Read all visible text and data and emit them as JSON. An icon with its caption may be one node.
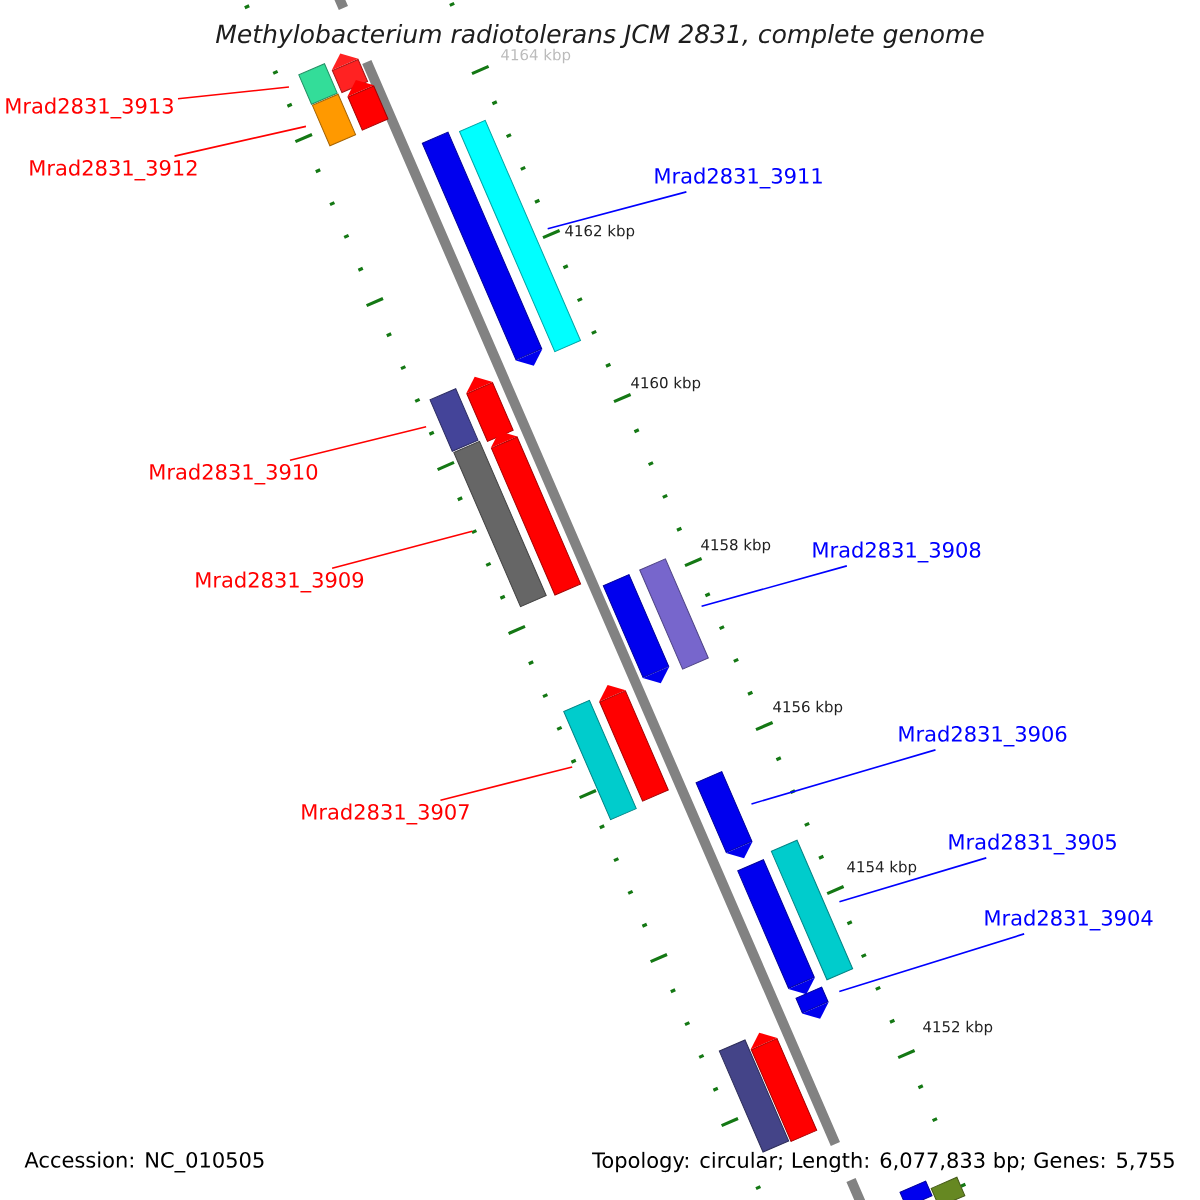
{
  "diagram": {
    "title": "Methylobacterium radiotolerans JCM 2831, complete genome",
    "nodes": [
      {
        "text": [],
        "shape": "arrow"
      },
      {
        "text": [],
        "shape": "arrow"
      },
      {
        "text": [],
        "shape": "arrow"
      },
      {
        "text": [],
        "shape": "arrow"
      },
      {
        "text": [],
        "shape": "arrow"
      },
      {
        "text": [],
        "shape": "arrow"
      },
      {
        "text": [],
        "shape": "arrow"
      },
      {
        "text": [],
        "shape": "arrow"
      },
      {
        "text": [],
        "shape": "arrow"
      },
      {
        "text": [],
        "shape": "arrow"
      },
      {
        "text": [],
        "shape": "arrow"
      },
      {
        "text": [],
        "shape": "arrow"
      },
      {
        "text": [],
        "shape": "arrow"
      },
      {
        "text": [],
        "shape": "arrow"
      },
      {
        "text": [],
        "shape": "arrow"
      },
      {
        "text": [],
        "shape": "arrow"
      },
      {
        "text": [],
        "shape": "arrow"
      },
      {
        "text": [],
        "shape": "arrow"
      },
      {
        "text": [],
        "shape": "arrow"
      },
      {
        "text": [],
        "shape": "arrow"
      },
      {
        "text": [],
        "shape": "arrow"
      },
      {
        "text": [],
        "shape": "arrow"
      },
      {
        "text": [
          "Mrad2831_3913"
        ]
      },
      {
        "text": [
          "Mrad2831_3912"
        ]
      },
      {
        "text": [
          "Mrad2831_3911"
        ]
      },
      {
        "text": [
          "Mrad2831_3910"
        ]
      },
      {
        "text": [
          "Mrad2831_3908"
        ]
      },
      {
        "text": [
          "Mrad2831_3909"
        ]
      },
      {
        "text": [
          "Mrad2831_3906"
        ]
      },
      {
        "text": [
          "Mrad2831_3907"
        ]
      },
      {
        "text": [
          "Mrad2831_3905"
        ]
      },
      {
        "text": [
          "Mrad2831_3904"
        ]
      }
    ],
    "edges": [
      {
        "from": 22,
        "to": 0,
        "arrow": "none",
        "color": "#ff0000"
      },
      {
        "from": 23,
        "to": 2,
        "arrow": "none",
        "color": "#ff0000"
      },
      {
        "from": 24,
        "to": 5,
        "arrow": "none",
        "color": "#0000ff"
      },
      {
        "from": 25,
        "to": 6,
        "arrow": "none",
        "color": "#ff0000"
      },
      {
        "from": 26,
        "to": 11,
        "arrow": "none",
        "color": "#0000ff"
      },
      {
        "from": 27,
        "to": 8,
        "arrow": "none",
        "color": "#ff0000"
      },
      {
        "from": 28,
        "to": 14,
        "arrow": "none",
        "color": "#0000ff"
      },
      {
        "from": 29,
        "to": 12,
        "arrow": "none",
        "color": "#ff0000"
      },
      {
        "from": 30,
        "to": 15,
        "arrow": "none",
        "color": "#0000ff"
      },
      {
        "from": 31,
        "to": 17,
        "arrow": "none",
        "color": "#0000ff"
      }
    ],
    "labels": [
      "4164 kbp",
      "4162 kbp",
      "4160 kbp",
      "4158 kbp",
      "4156 kbp",
      "4154 kbp",
      "4152 kbp",
      "Accession: NC_010505",
      "Topology: circular; Length: 6,077,833 bp; Genes: 5,755"
    ]
  }
}
